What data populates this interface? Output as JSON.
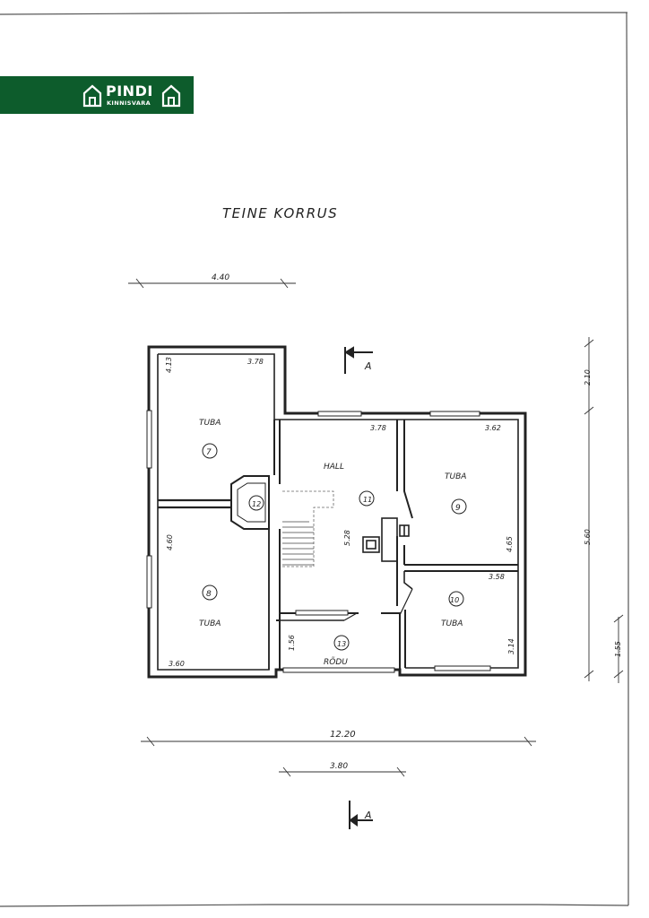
{
  "logo": {
    "brand": "PINDI",
    "sub": "KINNISVARA",
    "band_color": "#0d5c2c",
    "icon": "house-icon"
  },
  "title": "TEINE KORRUS",
  "section_marker": "A",
  "rooms": {
    "r7": {
      "name": "TUBA",
      "number": "7",
      "dim_top": "3.78",
      "dim_side": "4.13"
    },
    "r8": {
      "name": "TUBA",
      "number": "8",
      "dim_bottom": "3.60",
      "dim_side": "4.60"
    },
    "r9": {
      "name": "TUBA",
      "number": "9",
      "dim_top": "3.62",
      "dim_side": "4.65"
    },
    "r10": {
      "name": "TUBA",
      "number": "10",
      "dim_top": "3.58",
      "dim_side": "3.14"
    },
    "r11": {
      "name": "HALL",
      "number": "11",
      "dim_top": "3.78",
      "dim_side": "5.28"
    },
    "r12": {
      "number": "12"
    },
    "r13": {
      "name": "RÕDU",
      "number": "13",
      "dim_side": "1.56"
    }
  },
  "dimensions": {
    "top_width": "4.40",
    "total_width": "12.20",
    "balcony_width": "3.80",
    "right_upper": "2.10",
    "right_total": "5.60",
    "right_lower": "1.55"
  }
}
